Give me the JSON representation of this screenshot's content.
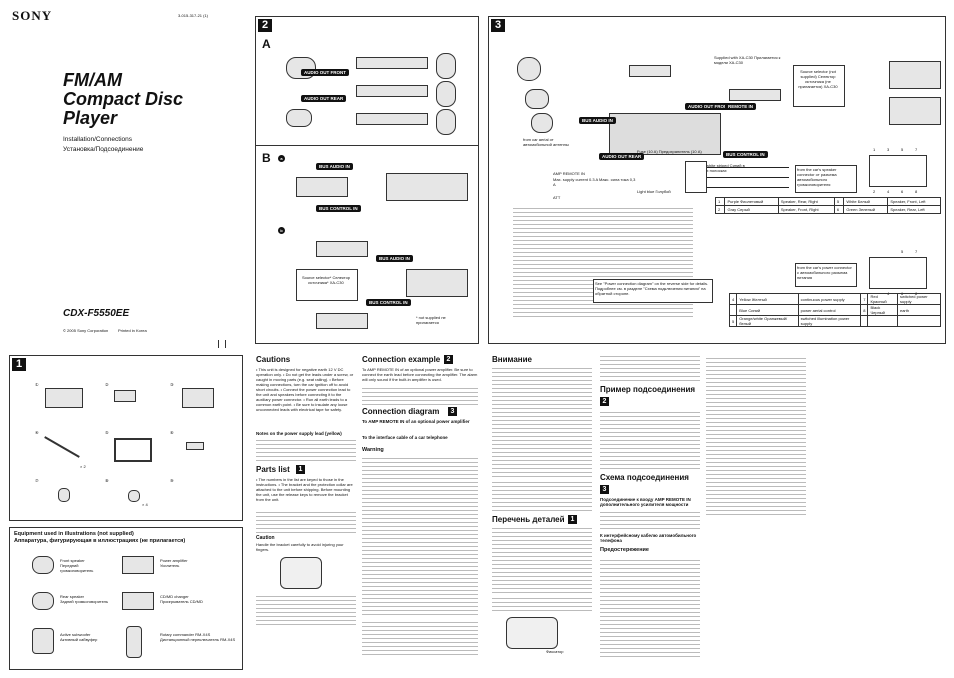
{
  "header": {
    "brand": "SONY",
    "part_no": "3-015-317-21 (1)",
    "title_lines": [
      "FM/AM",
      "Compact Disc",
      "Player"
    ],
    "subtitle_en": "Installation/Connections",
    "subtitle_ru": "Установка/Подсоединение",
    "model": "CDX-F5550EE",
    "copyright": "© 2005 Sony Corporation",
    "printed": "Printed in Korea"
  },
  "section1": {
    "number": "1",
    "parts": [
      "①",
      "②",
      "③",
      "④",
      "⑤",
      "⑥",
      "⑦",
      "⑧",
      "⑨"
    ],
    "qty_x2": "× 2",
    "qty_x4": "× 4"
  },
  "equipment": {
    "title_en": "Equipment used in illustrations (not supplied)",
    "title_ru": "Аппаратура, фигурирующая в иллюстрациях (не прилагается)",
    "items": [
      {
        "en": "Front speaker",
        "ru": "Передний громкоговоритель"
      },
      {
        "en": "Power amplifier",
        "ru": "Усилитель"
      },
      {
        "en": "Rear speaker",
        "ru": "Задний громкоговоритель"
      },
      {
        "en": "CD/MD changer",
        "ru": "Проигрыватель CD/MD"
      },
      {
        "en": "Active subwoofer",
        "ru": "Активный сабвуфер"
      },
      {
        "en": "Rotary commander RM-X4S",
        "ru": "Дистанционный переключатель RM-X4S"
      }
    ]
  },
  "section2": {
    "number": "2",
    "sub_a": "A",
    "sub_b": "B",
    "labels": {
      "audio_out_front": "AUDIO OUT FRONT",
      "audio_out_rear": "AUDIO OUT REAR",
      "bus_audio_in": "BUS AUDIO IN",
      "bus_control_in": "BUS CONTROL IN",
      "source_selector": "Source selector* Селектор источника* XA-C30",
      "not_supplied": "* not supplied не прилагается"
    }
  },
  "section3": {
    "number": "3",
    "labels": {
      "supplied_with": "Supplied with XA-C30 Прилагается к модели XA-C30",
      "source_selector_box": "Source selector (not supplied) Селектор источника (не прилагается) XA-C30",
      "audio_out_front": "AUDIO OUT FRONT",
      "audio_out_rear": "AUDIO OUT REAR",
      "remote_in": "REMOTE IN",
      "bus_audio_in": "BUS AUDIO IN",
      "bus_control_in": "BUS CONTROL IN",
      "from_car_aerial": "from car aerial от автомобильной антенны",
      "amp_remote_in": "AMP REMOTE IN",
      "max_current": "Max. supply current 0.3 A Макс. сила тока 0,3 А",
      "fuse": "Fuse (10 A) Предохранитель (10 А)",
      "blue_white": "Blue/white striped Синий в белых полосках",
      "att": "ATT",
      "light_blue": "Light blue Голубой",
      "from_speaker_connector": "from the car's speaker connector от разъема автомобильного громкоговорителя",
      "from_power_connector": "from the car's power connector с автомобильного разъема питания",
      "see_power_note": "See \"Power connection diagram\" on the reverse side for details. Подробнее см. в разделе \"Схема подключения питания\" на обратной стороне."
    },
    "speaker_table": [
      {
        "no": "1",
        "color": "Purple Фиолетовый",
        "desc": "Speaker, Rear, Right",
        "no2": "5",
        "color2": "White Белый",
        "desc2": "Speaker, Front, Left"
      },
      {
        "no": "2",
        "color": "Gray Серый",
        "desc": "Speaker, Front, Right",
        "no2": "6",
        "color2": "Green Зеленый",
        "desc2": "Speaker, Rear, Left"
      }
    ],
    "power_table": [
      {
        "no": "4",
        "color": "Yellow Желтый",
        "desc": "continuous power supply",
        "no2": "7",
        "color2": "Red Красный",
        "desc2": "switched power supply"
      },
      {
        "no": "",
        "color": "Blue Синий",
        "desc": "power aerial control",
        "no2": "8",
        "color2": "Black Черный",
        "desc2": "earth"
      },
      {
        "no": "5",
        "color": "Orange/white Оранжевый/белый",
        "desc": "switched illumination power supply",
        "no2": "",
        "color2": "",
        "desc2": ""
      }
    ],
    "connector_top": [
      "1",
      "3",
      "5",
      "7"
    ],
    "connector_bottom": [
      "2",
      "4",
      "6",
      "8"
    ],
    "connector_top2": [
      "5",
      "7"
    ],
    "connector_bottom2": [
      "4",
      "6",
      "8"
    ]
  },
  "cautions": {
    "title": "Cautions",
    "text": "• This unit is designed for negative earth 12 V DC operation only. • Do not get the leads under a screw, or caught in moving parts (e.g. seat railing). • Before making connections, turn the car ignition off to avoid short circuits. • Connect the power connection lead to the unit and speakers before connecting it to the auxiliary power connector. • Run all earth leads to a common earth point. • Be sure to insulate any loose unconnected leads with electrical tape for safety.",
    "notes_title": "Notes on the power supply lead (yellow)",
    "parts_title": "Parts list",
    "parts_num": "1",
    "parts_text": "• The numbers in the list are keyed to those in the instructions. • The bracket and the protection collar are attached to the unit before shipping. Before mounting the unit, use the release keys to remove the bracket from the unit.",
    "caution_title": "Caution",
    "caution_text": "Handle the bracket carefully to avoid injuring your fingers."
  },
  "connection_example": {
    "title": "Connection example",
    "num": "2",
    "text": "To AMP REMOTE IN of an optional power amplifier. Be sure to connect the earth lead before connecting the amplifier. The alarm will only sound if the built-in amplifier is used.",
    "diagram_title": "Connection diagram",
    "diagram_num": "3",
    "items": [
      "To AMP REMOTE IN of an optional power amplifier",
      "To the interface cable of a car telephone"
    ],
    "warning_title": "Warning"
  },
  "russian": {
    "title": "Внимание",
    "parts_title": "Перечень деталей",
    "parts_num": "1",
    "example_title": "Пример подсоединения",
    "example_num": "2",
    "scheme_title": "Схема подсоединения",
    "scheme_num": "3",
    "item_a": "Подсоединение к входу AMP REMOTE IN дополнительного усилителя мощности",
    "item_b": "К интерфейсному кабелю автомобильного телефона",
    "warning_title": "Предостережение",
    "finger": "Фиксатор"
  }
}
